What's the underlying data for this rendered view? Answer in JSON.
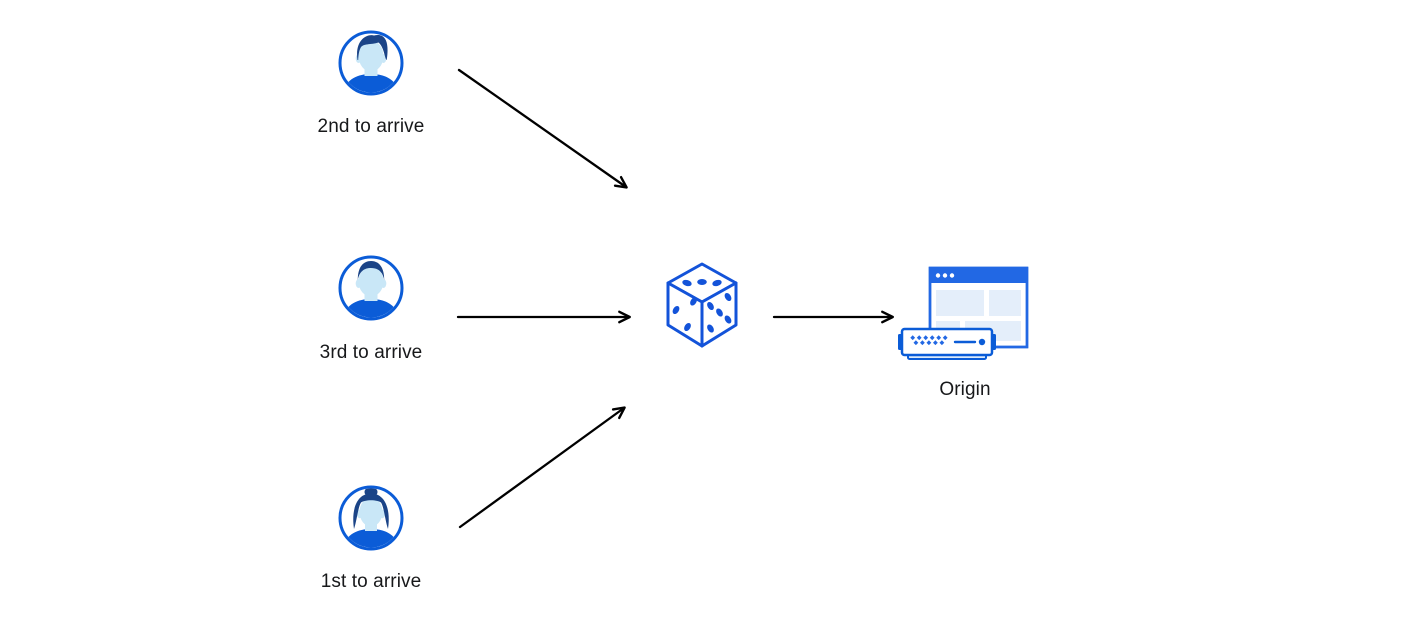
{
  "diagram": {
    "clients": [
      {
        "label": "2nd to arrive",
        "icon": "man-swept-hair-avatar-icon"
      },
      {
        "label": "3rd to arrive",
        "icon": "man-short-hair-avatar-icon"
      },
      {
        "label": "1st to arrive",
        "icon": "woman-bun-avatar-icon"
      }
    ],
    "randomizer": {
      "icon": "dice-icon"
    },
    "origin": {
      "label": "Origin",
      "icon": "origin-server-icon"
    }
  },
  "colors": {
    "primary_blue": "#0b5cd7",
    "dice_blue": "#1353d9",
    "dark_navy": "#1b4487",
    "face_blue": "#c9e7f7",
    "panel_blue": "#e4eefa",
    "titlebar_blue": "#2268e4",
    "arrow_black": "#000000",
    "label_text": "#17181a",
    "bg": "#ffffff"
  }
}
